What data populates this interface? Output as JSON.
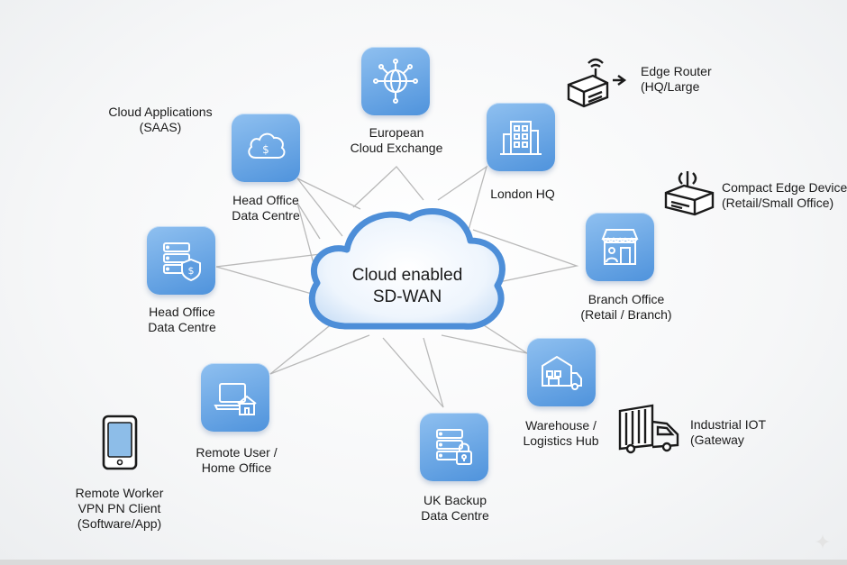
{
  "center": {
    "line1": "Cloud enabled",
    "line2": "SD-WAN"
  },
  "nodes": {
    "european": {
      "line1": "European",
      "line2": "Cloud Exchange",
      "icon": "globe-network-icon"
    },
    "london": {
      "line1": "London HQ",
      "icon": "office-building-icon"
    },
    "saas": {
      "line1": "Cloud Applications",
      "line2": "(SAAS)"
    },
    "head_office_cloud": {
      "line1": "Head Office",
      "line2": "Data Centre",
      "icon": "cloud-dollar-icon"
    },
    "head_office_dc": {
      "line1": "Head Office",
      "line2": "Data Centre",
      "icon": "server-shield-icon"
    },
    "branch": {
      "line1": "Branch Office",
      "line2": "(Retail / Branch)",
      "icon": "storefront-icon"
    },
    "remote_user": {
      "line1": "Remote User /",
      "line2": "Home Office",
      "icon": "laptop-home-icon"
    },
    "warehouse": {
      "line1": "Warehouse /",
      "line2": "Logistics Hub",
      "icon": "warehouse-truck-icon"
    },
    "uk_backup": {
      "line1": "UK Backup",
      "line2": "Data Centre",
      "icon": "server-lock-icon"
    }
  },
  "devices": {
    "edge_router": {
      "line1": "Edge Router",
      "line2": "(HQ/Large",
      "icon": "edge-router-icon"
    },
    "compact_edge": {
      "line1": "Compact Edge Device",
      "line2": "(Retail/Small Office)",
      "icon": "compact-router-icon"
    },
    "industrial_iot": {
      "line1": "Industrial IOT",
      "line2": "(Gateway",
      "icon": "truck-gateway-icon"
    },
    "remote_worker": {
      "line1": "Remote Worker",
      "line2": "VPN PN Client",
      "line3": "(Software/App)",
      "icon": "smartphone-icon"
    }
  },
  "colors": {
    "tile_light": "#8fc0f0",
    "tile_dark": "#4f93dc",
    "cloud_edge": "#4d8ed8",
    "connector": "#b9b9b9"
  }
}
